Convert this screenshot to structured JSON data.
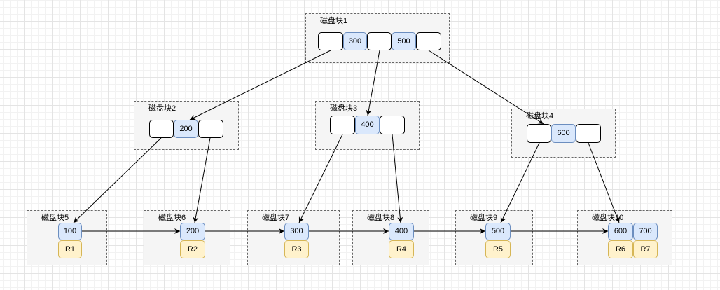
{
  "blocks": [
    {
      "id": "b1",
      "label": "磁盘块1",
      "keys": [
        "300",
        "500"
      ],
      "records": []
    },
    {
      "id": "b2",
      "label": "磁盘块2",
      "keys": [
        "200"
      ],
      "records": []
    },
    {
      "id": "b3",
      "label": "磁盘块3",
      "keys": [
        "400"
      ],
      "records": []
    },
    {
      "id": "b4",
      "label": "磁盘块4",
      "keys": [
        "600"
      ],
      "records": []
    },
    {
      "id": "b5",
      "label": "磁盘块5",
      "keys": [
        "100"
      ],
      "records": [
        "R1"
      ]
    },
    {
      "id": "b6",
      "label": "磁盘块6",
      "keys": [
        "200"
      ],
      "records": [
        "R2"
      ]
    },
    {
      "id": "b7",
      "label": "磁盘块7",
      "keys": [
        "300"
      ],
      "records": [
        "R3"
      ]
    },
    {
      "id": "b8",
      "label": "磁盘块8",
      "keys": [
        "400"
      ],
      "records": [
        "R4"
      ]
    },
    {
      "id": "b9",
      "label": "磁盘块9",
      "keys": [
        "500"
      ],
      "records": [
        "R5"
      ]
    },
    {
      "id": "b10",
      "label": "磁盘块10",
      "keys": [
        "600",
        "700"
      ],
      "records": [
        "R6",
        "R7"
      ]
    }
  ],
  "colors": {
    "key_fill": "#dae8fc",
    "key_stroke": "#6c8ebf",
    "record_fill": "#fff2cc",
    "record_stroke": "#d6b656",
    "block_fill": "#f5f5f5",
    "edge": "#000000"
  }
}
